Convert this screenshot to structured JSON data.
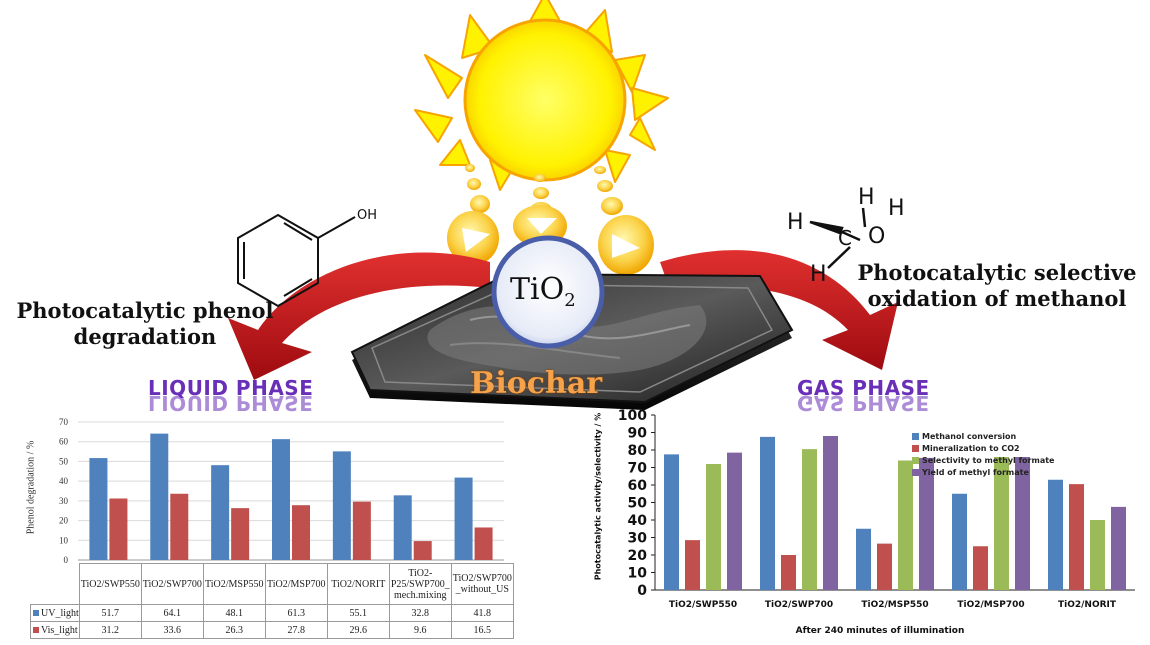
{
  "titles": {
    "phenol": "Photocatalytic phenol degradation",
    "methanol": "Photocatalytic selective oxidation of methanol",
    "liquid_phase": "LIQUID PHASE",
    "gas_phase": "GAS PHASE",
    "tio2_base": "TiO",
    "tio2_sub": "2",
    "biochar": "Biochar",
    "oh": "OH",
    "atoms": {
      "h1": "H",
      "h2": "H",
      "h3": "H",
      "c": "C",
      "o": "O"
    }
  },
  "colors": {
    "blue": "#4f81bd",
    "red": "#c0504d",
    "green": "#9bbb59",
    "purple": "#8064a2",
    "arrow": "#c8141a",
    "sun": "#fff200",
    "sun_edge": "#f7a400"
  },
  "chart_data": [
    {
      "type": "bar",
      "title": "",
      "ylabel": "Phenol degradation / %",
      "ylim": [
        0,
        70
      ],
      "yticks": [
        "0",
        "10",
        "20",
        "30",
        "40",
        "50",
        "60",
        "70"
      ],
      "categories": [
        "TiO2/SWP550",
        "TiO2/SWP700",
        "TiO2/MSP550",
        "TiO2/MSP700",
        "TiO2/NORIT",
        "TiO2-P25/SWP700_mech.mixing",
        "TiO2/SWP700_without_US"
      ],
      "category_lines": [
        [
          "TiO2/SWP550"
        ],
        [
          "TiO2/SWP700"
        ],
        [
          "TiO2/MSP550"
        ],
        [
          "TiO2/MSP700"
        ],
        [
          "TiO2/NORIT"
        ],
        [
          "TiO2-",
          "P25/SWP700_",
          "mech.mixing"
        ],
        [
          "TiO2/SWP700",
          "_without_US"
        ]
      ],
      "series": [
        {
          "name": "UV_light",
          "values": [
            51.7,
            64.1,
            48.1,
            61.3,
            55.1,
            32.8,
            41.8
          ]
        },
        {
          "name": "Vis_light",
          "values": [
            31.2,
            33.6,
            26.3,
            27.8,
            29.6,
            9.6,
            16.5
          ]
        }
      ],
      "value_labels": [
        [
          "51.7",
          "64.1",
          "48.1",
          "61.3",
          "55.1",
          "32.8",
          "41.8"
        ],
        [
          "31.2",
          "33.6",
          "26.3",
          "27.8",
          "29.6",
          "9.6",
          "16.5"
        ]
      ],
      "grid": true,
      "legend": "data-table"
    },
    {
      "type": "bar",
      "title": "",
      "xlabel": "After 240 minutes of illumination",
      "ylabel": "Photocatalytic activity/selectivity / %",
      "ylim": [
        0,
        100
      ],
      "yticks": [
        "0",
        "10",
        "20",
        "30",
        "40",
        "50",
        "60",
        "70",
        "80",
        "90",
        "100"
      ],
      "categories": [
        "TiO2/SWP550",
        "TiO2/SWP700",
        "TiO2/MSP550",
        "TiO2/MSP700",
        "TiO2/NORIT"
      ],
      "series": [
        {
          "name": "Methanol conversion",
          "values": [
            77.5,
            87.5,
            35,
            55,
            63
          ]
        },
        {
          "name": "Mineralization to CO2",
          "values": [
            28.5,
            20,
            26.5,
            25,
            60.5
          ]
        },
        {
          "name": "Selectivity to methyl formate",
          "values": [
            72,
            80.5,
            74,
            76,
            40
          ]
        },
        {
          "name": "Yield of methyl formate",
          "values": [
            78.5,
            88,
            75.5,
            76,
            47.5
          ]
        }
      ],
      "grid": false,
      "legend": "top-right"
    }
  ]
}
